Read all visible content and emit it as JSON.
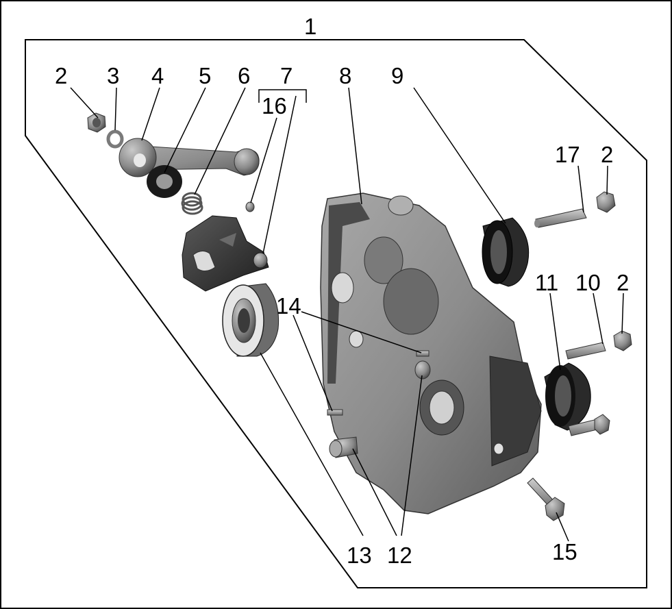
{
  "diagram": {
    "assembly_label": "1",
    "callouts": [
      {
        "id": "c2a",
        "text": "2"
      },
      {
        "id": "c3",
        "text": "3"
      },
      {
        "id": "c4",
        "text": "4"
      },
      {
        "id": "c5",
        "text": "5"
      },
      {
        "id": "c6",
        "text": "6"
      },
      {
        "id": "c7",
        "text": "7"
      },
      {
        "id": "c16",
        "text": "16"
      },
      {
        "id": "c8",
        "text": "8"
      },
      {
        "id": "c9",
        "text": "9"
      },
      {
        "id": "c17",
        "text": "17"
      },
      {
        "id": "c2b",
        "text": "2"
      },
      {
        "id": "c14",
        "text": "14"
      },
      {
        "id": "c11",
        "text": "11"
      },
      {
        "id": "c10",
        "text": "10"
      },
      {
        "id": "c2c",
        "text": "2"
      },
      {
        "id": "c13",
        "text": "13"
      },
      {
        "id": "c12",
        "text": "12"
      },
      {
        "id": "c15",
        "text": "15"
      }
    ]
  }
}
